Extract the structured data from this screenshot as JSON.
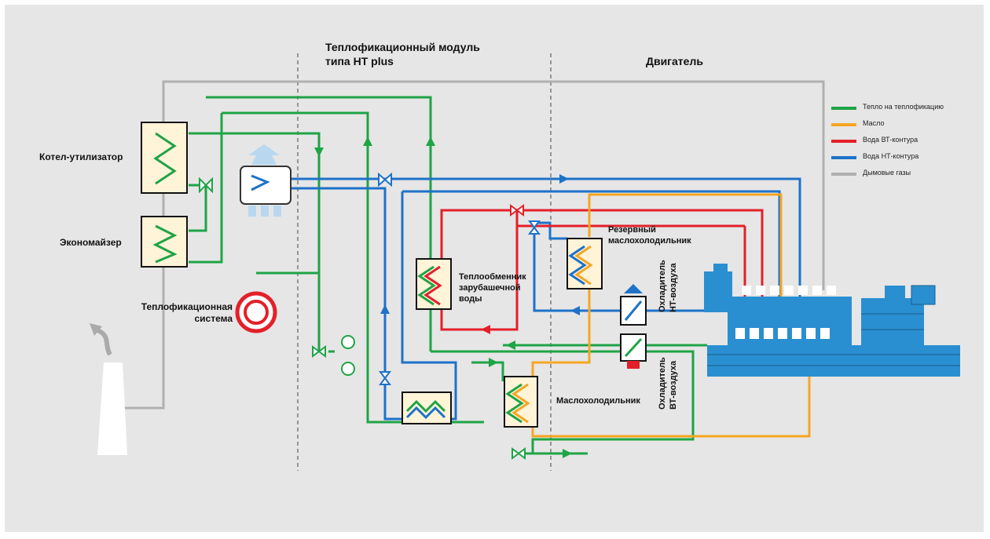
{
  "headers": {
    "module_line1": "Теплофикационный модуль",
    "module_line2": "типа НТ plus",
    "engine": "Двигатель"
  },
  "labels": {
    "boiler": "Котел-утилизатор",
    "economizer": "Экономайзер",
    "heating_line1": "Теплофикационная",
    "heating_line2": "система",
    "jacket_hx_line1": "Теплообменник",
    "jacket_hx_line2": "зарубашечной",
    "jacket_hx_line3": "воды",
    "reserve_oil_line1": "Резервный",
    "reserve_oil_line2": "маслохолодильник",
    "oil_cooler": "Маслохолодильник",
    "lt_cooler_line1": "Охладитель",
    "lt_cooler_line2": "НТ-воздуха",
    "ht_cooler_line1": "Охладитель",
    "ht_cooler_line2": "ВТ-воздуха"
  },
  "legend": [
    {
      "label": "Тепло на теплофикацию",
      "color": "#1fa446"
    },
    {
      "label": "Масло",
      "color": "#f5a623"
    },
    {
      "label": "Вода ВТ-контура",
      "color": "#e3202a"
    },
    {
      "label": "Вода НТ-контура",
      "color": "#1e72c8"
    },
    {
      "label": "Дымовые газы",
      "color": "#b0b0b0"
    }
  ],
  "colors": {
    "panel": "#e6e6e6",
    "green": "#1fa446",
    "orange": "#f5a623",
    "red": "#e3202a",
    "blue": "#1e72c8",
    "gray": "#b0b0b0",
    "engine": "#2a8fd0"
  }
}
